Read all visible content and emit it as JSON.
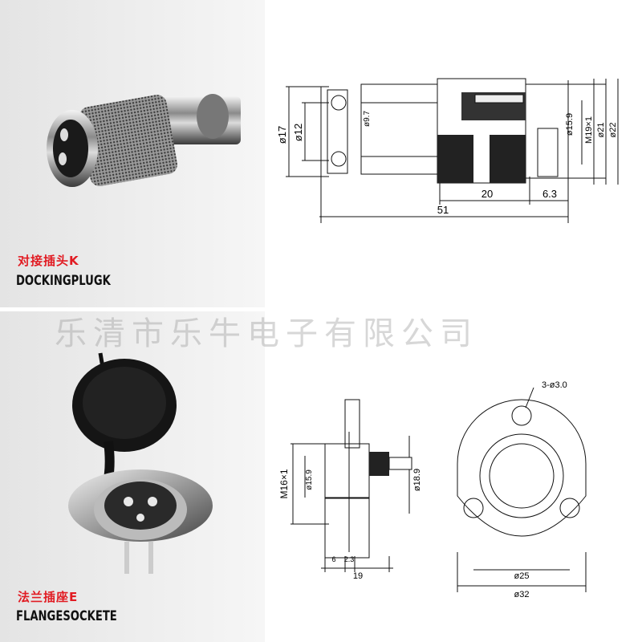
{
  "watermark": "乐清市乐牛电子有限公司",
  "products": [
    {
      "cn_name": "对接插头K",
      "en_name": "DOCKINGPLUGK"
    },
    {
      "cn_name": "法兰插座E",
      "en_name": "FLANGESOCKETE"
    }
  ],
  "plug_drawing": {
    "dims": {
      "d17": "ø17",
      "d12": "ø12",
      "d9_7": "ø9.7",
      "d15_9": "ø15.9",
      "m19": "M19×1",
      "d21": "ø21",
      "d22": "ø22",
      "len20": "20",
      "len6_3": "6.3",
      "len51": "51"
    }
  },
  "socket_drawing": {
    "dims": {
      "m16": "M16×1",
      "d15_9": "ø15.9",
      "d18_9": "ø18.9",
      "len6": "6",
      "len2_3": "2.3",
      "len19": "19",
      "holes": "3-ø3.0",
      "d25": "ø25",
      "d32": "ø32"
    }
  }
}
